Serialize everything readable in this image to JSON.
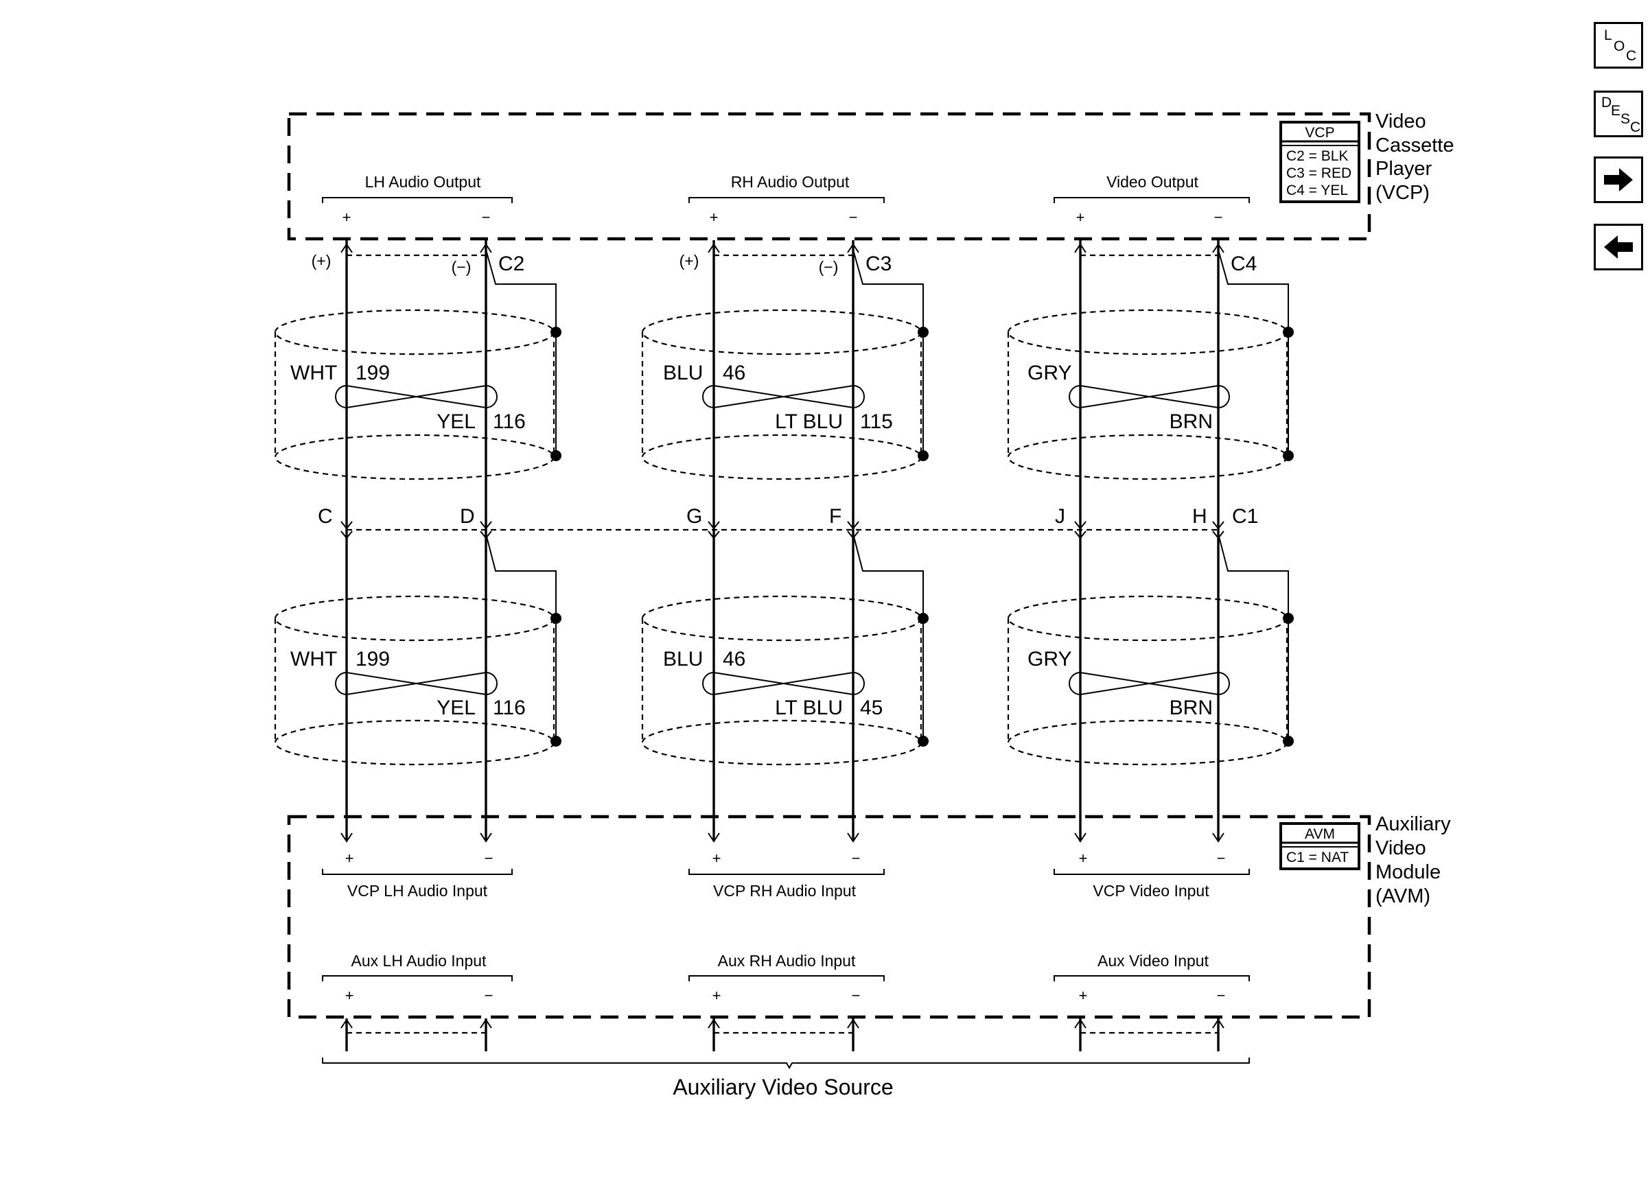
{
  "components": {
    "vcp": {
      "name_lines": [
        "Video",
        "Cassette",
        "Player",
        "(VCP)"
      ],
      "table_header": "VCP",
      "connectors": [
        "C2 = BLK",
        "C3 = RED",
        "C4 = YEL"
      ]
    },
    "avm": {
      "name_lines": [
        "Auxiliary",
        "Video",
        "Module",
        "(AVM)"
      ],
      "table_header": "AVM",
      "connectors": [
        "C1 = NAT"
      ]
    },
    "aux_source": {
      "label": "Auxiliary Video Source"
    }
  },
  "vcp_outputs": [
    "LH Audio Output",
    "RH Audio Output",
    "Video Output"
  ],
  "avm_vcp_inputs": [
    "VCP LH Audio Input",
    "VCP RH Audio Input",
    "VCP Video Input"
  ],
  "avm_aux_inputs": [
    "Aux LH Audio Input",
    "Aux RH Audio Input",
    "Aux Video Input"
  ],
  "signs": {
    "plus": "+",
    "minus": "−",
    "plus_paren": "(+)",
    "minus_paren": "(−)"
  },
  "vcp_connectors": [
    "C2",
    "C3",
    "C4"
  ],
  "avm_connector": "C1",
  "pins": [
    "C",
    "D",
    "G",
    "F",
    "J",
    "H"
  ],
  "circuits": {
    "upper": [
      {
        "pos_color": "WHT",
        "pos_num": "199",
        "neg_color": "YEL",
        "neg_num": "116"
      },
      {
        "pos_color": "BLU",
        "pos_num": "46",
        "neg_color": "LT BLU",
        "neg_num": "115"
      },
      {
        "pos_color": "GRY",
        "pos_num": "",
        "neg_color": "BRN",
        "neg_num": ""
      }
    ],
    "lower": [
      {
        "pos_color": "WHT",
        "pos_num": "199",
        "neg_color": "YEL",
        "neg_num": "116"
      },
      {
        "pos_color": "BLU",
        "pos_num": "46",
        "neg_color": "LT BLU",
        "neg_num": "45"
      },
      {
        "pos_color": "GRY",
        "pos_num": "",
        "neg_color": "BRN",
        "neg_num": ""
      }
    ]
  },
  "nav": {
    "loc": {
      "top": "L",
      "bottom": "C",
      "middle": "O"
    },
    "desc": {
      "a": "D",
      "b": "E",
      "c": "S",
      "d": "C"
    },
    "next_icon": "arrow-right-icon",
    "prev_icon": "arrow-left-icon"
  }
}
